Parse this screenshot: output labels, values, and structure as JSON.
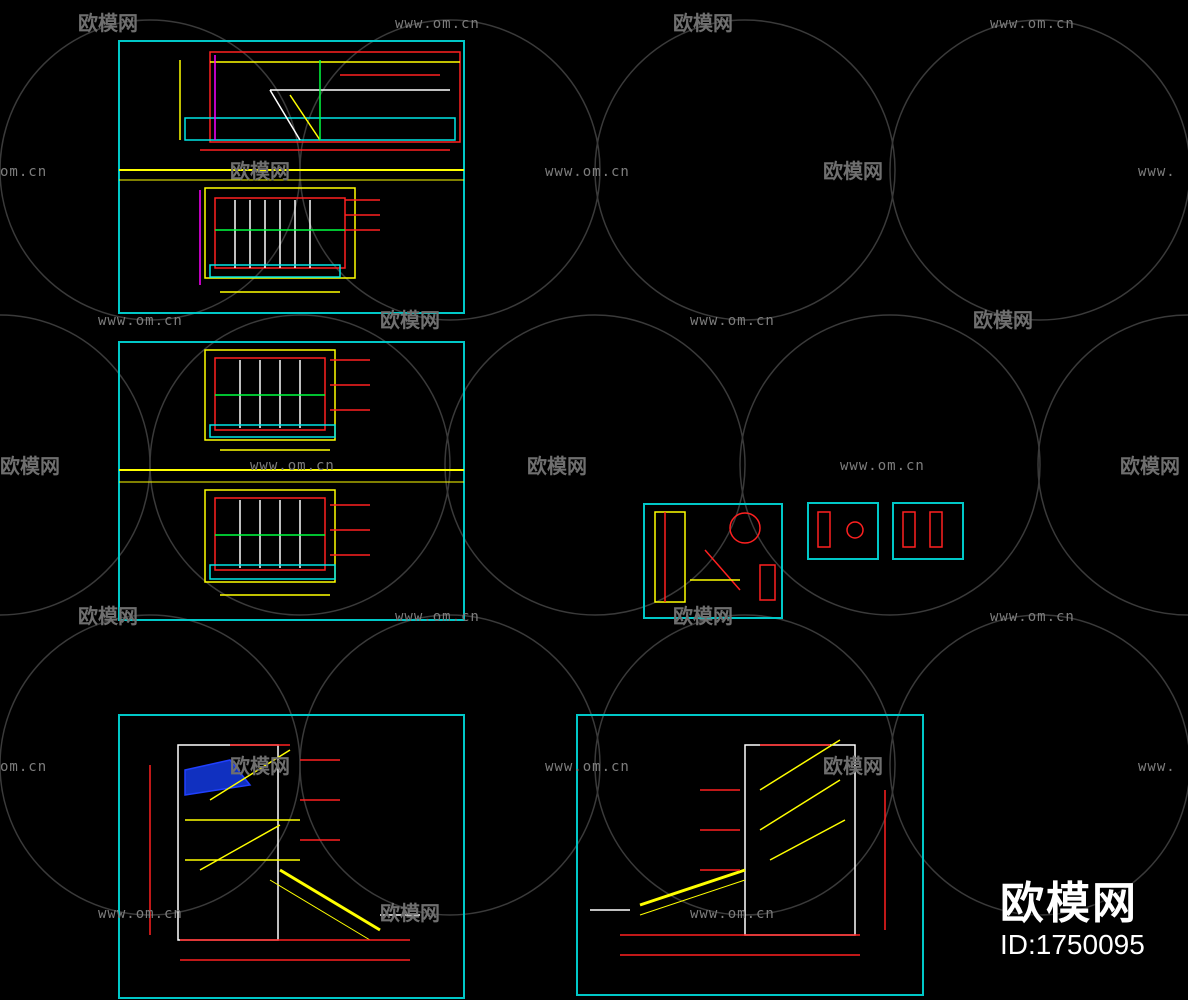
{
  "watermark": {
    "site": "www.om.cn",
    "brand": "欧模网",
    "site_fragment_left": "om.cn",
    "site_fragment_right": "www.",
    "brand_fragment_left": "欧模网"
  },
  "badge": {
    "brand": "欧模网",
    "id": "ID:1750095"
  },
  "colors": {
    "background": "#000000",
    "frame": "#00c8c8",
    "red": "#ff2020",
    "yellow": "#ffff00",
    "green": "#00ff40",
    "magenta": "#ff00ff",
    "cyan": "#00e5e5",
    "blue": "#2040ff",
    "watermark": "#7d7d7d"
  }
}
